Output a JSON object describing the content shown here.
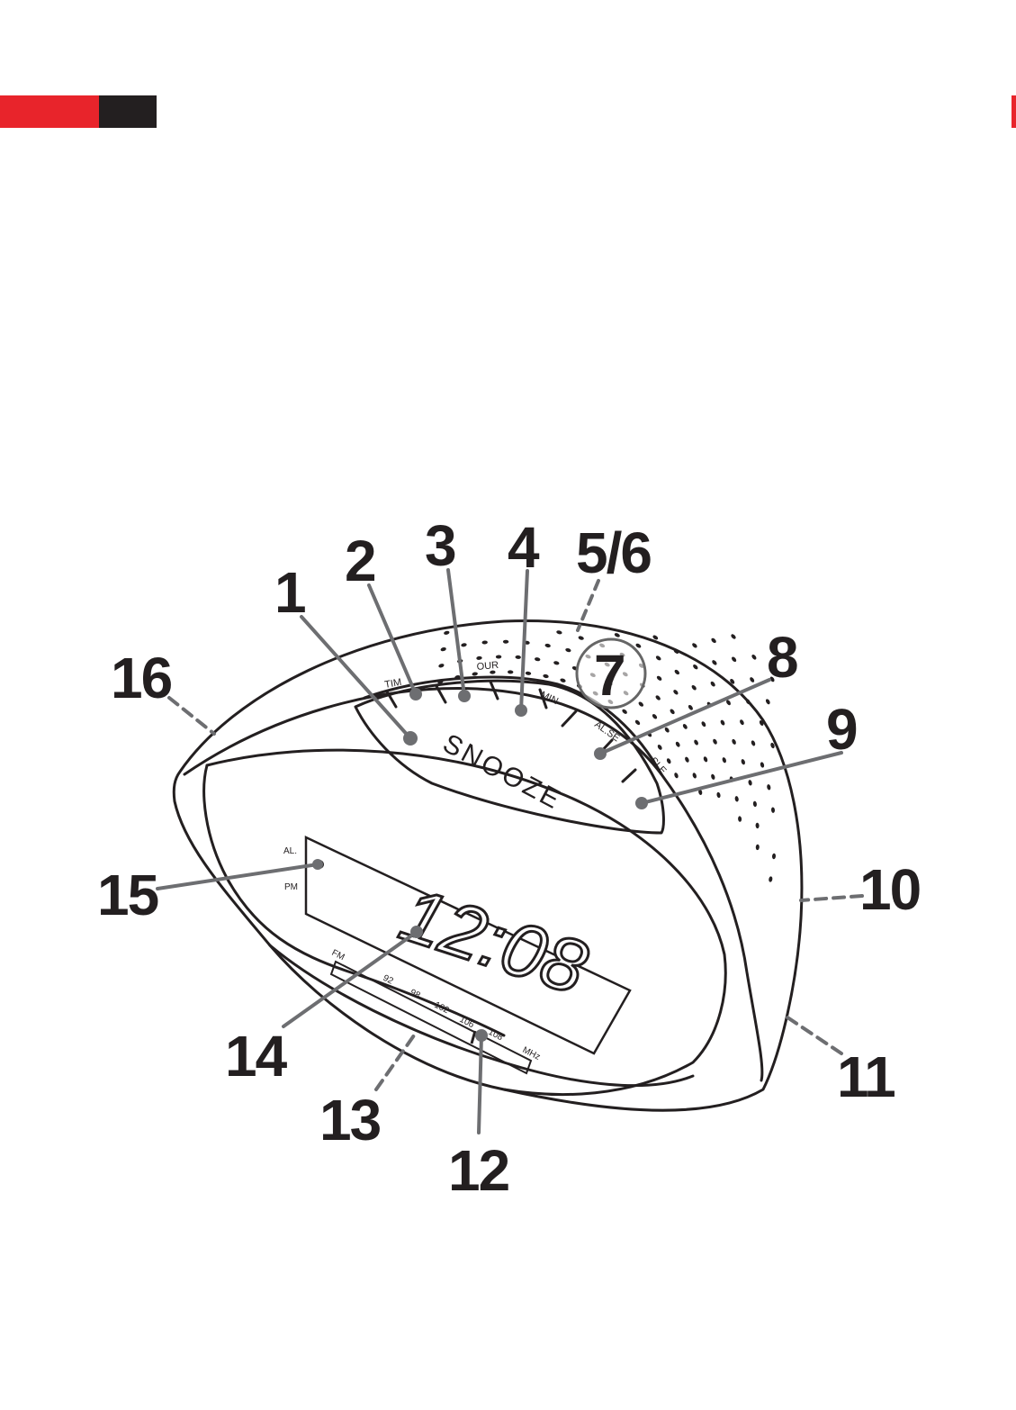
{
  "header": {
    "accent_color": "#e8242b",
    "dark_color": "#231f20"
  },
  "device": {
    "snooze_label": "SNOOZE",
    "button_labels": [
      "TIM",
      "OUR",
      "MIN",
      "AL.SE",
      "SLE"
    ],
    "display_time": "12:08",
    "indicator_al": "AL.",
    "indicator_pm": "PM",
    "tuning_scale": {
      "fm_label": "FM",
      "marks": [
        "92",
        "98",
        "102",
        "106",
        "108"
      ],
      "unit": "MHz"
    }
  },
  "callouts": [
    {
      "id": "1",
      "label": "1",
      "line": "solid"
    },
    {
      "id": "2",
      "label": "2",
      "line": "solid"
    },
    {
      "id": "3",
      "label": "3",
      "line": "solid"
    },
    {
      "id": "4",
      "label": "4",
      "line": "solid"
    },
    {
      "id": "5-6",
      "label": "5/6",
      "line": "dashed"
    },
    {
      "id": "7",
      "label": "7",
      "line": "none"
    },
    {
      "id": "8",
      "label": "8",
      "line": "solid"
    },
    {
      "id": "9",
      "label": "9",
      "line": "solid"
    },
    {
      "id": "10",
      "label": "10",
      "line": "dashed"
    },
    {
      "id": "11",
      "label": "11",
      "line": "dashed"
    },
    {
      "id": "12",
      "label": "12",
      "line": "solid"
    },
    {
      "id": "13",
      "label": "13",
      "line": "dashed"
    },
    {
      "id": "14",
      "label": "14",
      "line": "solid"
    },
    {
      "id": "15",
      "label": "15",
      "line": "solid"
    },
    {
      "id": "16",
      "label": "16",
      "line": "dashed"
    }
  ]
}
